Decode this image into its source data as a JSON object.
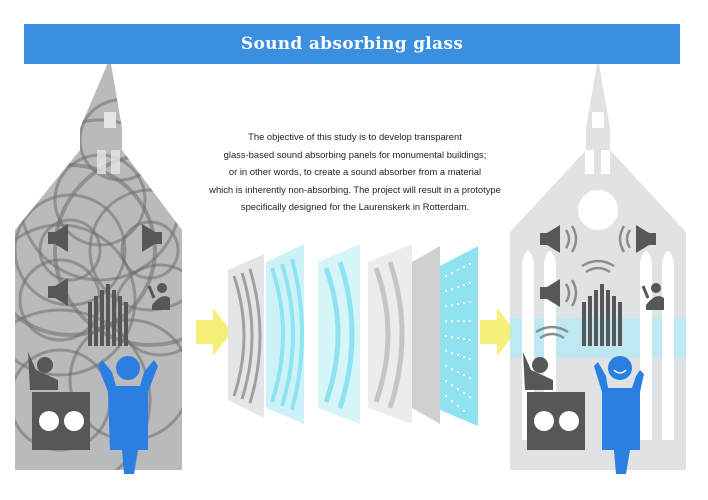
{
  "header": {
    "title": "Sound absorbing glass"
  },
  "description": {
    "lines": [
      "The objective of this study is to develop transparent",
      "glass-based sound absorbing panels for monumental buildings;",
      "or in other words, to create a sound absorber from a material",
      "which is inherently non-absorbing. The project will result in a prototype",
      "specifically designed for the Laurenskerk in Rotterdam."
    ]
  },
  "colors": {
    "banner": "#3b8fe0",
    "person": "#2a7fe0",
    "arrow": "#f5f07a",
    "church_before": "#b9babb",
    "church_after": "#dfe3e5",
    "panel_cyan": "#8fe3f0",
    "dark": "#555759"
  },
  "icons": [
    "church-before-icon",
    "church-after-icon",
    "speaker-icon",
    "organ-icon",
    "dj-icon",
    "singer-icon",
    "person-covering-ears-icon",
    "happy-person-icon",
    "arrow-icon",
    "glass-panel-icon"
  ]
}
